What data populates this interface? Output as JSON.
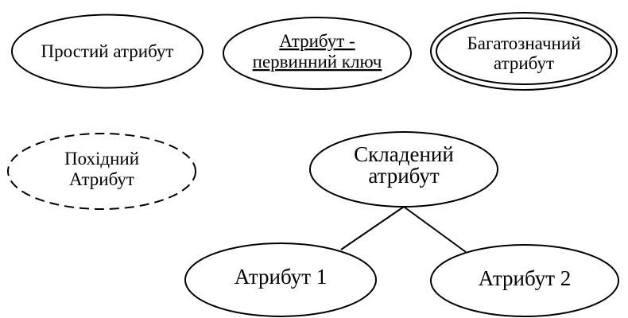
{
  "colors": {
    "background": "#ffffff",
    "stroke": "#000000",
    "text": "#000000"
  },
  "nodes": {
    "simple": {
      "label": "Простий атрибут"
    },
    "primary_key": {
      "line1": "Атрибут -",
      "line2": "первинний ключ"
    },
    "multivalued": {
      "line1": "Багатозначний",
      "line2": "атрибут"
    },
    "derived": {
      "line1": "Похідний",
      "line2": "Атрибут"
    },
    "composite": {
      "line1": "Складений",
      "line2": "атрибут"
    },
    "attribute1": {
      "label": "Атрибут 1"
    },
    "attribute2": {
      "label": "Атрибут 2"
    }
  }
}
